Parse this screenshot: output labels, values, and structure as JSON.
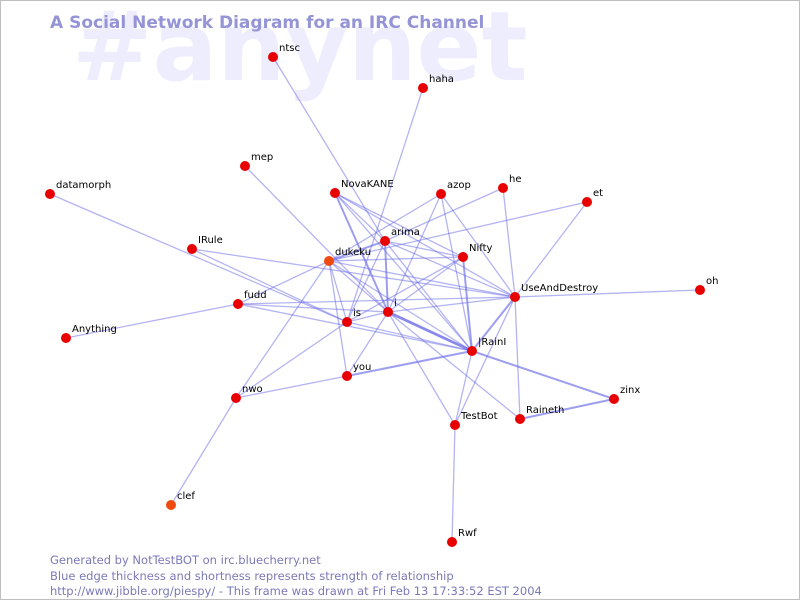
{
  "watermark": "#anynet",
  "title": "A Social Network Diagram for an IRC Channel",
  "footer": {
    "line1": "Generated by NotTestBOT on irc.bluecherry.net",
    "line2": "Blue edge thickness and shortness represents strength of relationship",
    "line3": "http://www.jibble.org/piespy/ - This frame was drawn at Fri Feb 13 17:33:52 EST 2004"
  },
  "colors": {
    "node": "#e80000",
    "node_alt": "#f04a10",
    "edge": "#6a6ae8",
    "title": "#9494d6",
    "watermark": "#ededfd",
    "footer": "#7a7ab8"
  },
  "nodes": [
    {
      "id": "ntsc",
      "label": "ntsc"
    },
    {
      "id": "haha",
      "label": "haha"
    },
    {
      "id": "mep",
      "label": "mep"
    },
    {
      "id": "datamorph",
      "label": "datamorph"
    },
    {
      "id": "NovaKANE",
      "label": "NovaKANE"
    },
    {
      "id": "azop",
      "label": "azop"
    },
    {
      "id": "he",
      "label": "he"
    },
    {
      "id": "et",
      "label": "et"
    },
    {
      "id": "IRule",
      "label": "IRule"
    },
    {
      "id": "dukeku",
      "label": "dukeku",
      "variant": "alt"
    },
    {
      "id": "arima",
      "label": "arima"
    },
    {
      "id": "Nifty",
      "label": "Nifty"
    },
    {
      "id": "UseAndDestroy",
      "label": "UseAndDestroy"
    },
    {
      "id": "oh",
      "label": "oh"
    },
    {
      "id": "fudd",
      "label": "fudd"
    },
    {
      "id": "i",
      "label": "i"
    },
    {
      "id": "is",
      "label": "is"
    },
    {
      "id": "Anything",
      "label": "Anything"
    },
    {
      "id": "IRainI",
      "label": "|RainI"
    },
    {
      "id": "you",
      "label": "you"
    },
    {
      "id": "nwo",
      "label": "nwo"
    },
    {
      "id": "zinx",
      "label": "zinx"
    },
    {
      "id": "Raineth",
      "label": "Raineth"
    },
    {
      "id": "TestBot",
      "label": "TestBot"
    },
    {
      "id": "clef",
      "label": "clef",
      "variant": "alt"
    },
    {
      "id": "Rwf",
      "label": "Rwf"
    }
  ],
  "edges": [
    {
      "a": "ntsc",
      "b": "arima",
      "w": 1
    },
    {
      "a": "haha",
      "b": "is",
      "w": 1
    },
    {
      "a": "mep",
      "b": "i",
      "w": 1
    },
    {
      "a": "datamorph",
      "b": "is",
      "w": 1
    },
    {
      "a": "NovaKANE",
      "b": "arima",
      "w": 1
    },
    {
      "a": "NovaKANE",
      "b": "i",
      "w": 2
    },
    {
      "a": "NovaKANE",
      "b": "UseAndDestroy",
      "w": 1
    },
    {
      "a": "NovaKANE",
      "b": "Nifty",
      "w": 1
    },
    {
      "a": "NovaKANE",
      "b": "IRainI",
      "w": 1
    },
    {
      "a": "azop",
      "b": "dukeku",
      "w": 1
    },
    {
      "a": "azop",
      "b": "UseAndDestroy",
      "w": 1
    },
    {
      "a": "azop",
      "b": "i",
      "w": 1
    },
    {
      "a": "azop",
      "b": "IRainI",
      "w": 1
    },
    {
      "a": "he",
      "b": "UseAndDestroy",
      "w": 1
    },
    {
      "a": "he",
      "b": "arima",
      "w": 1
    },
    {
      "a": "et",
      "b": "UseAndDestroy",
      "w": 1
    },
    {
      "a": "et",
      "b": "dukeku",
      "w": 1
    },
    {
      "a": "IRule",
      "b": "UseAndDestroy",
      "w": 1
    },
    {
      "a": "IRule",
      "b": "is",
      "w": 1
    },
    {
      "a": "dukeku",
      "b": "arima",
      "w": 2
    },
    {
      "a": "dukeku",
      "b": "Nifty",
      "w": 1
    },
    {
      "a": "dukeku",
      "b": "UseAndDestroy",
      "w": 1
    },
    {
      "a": "dukeku",
      "b": "is",
      "w": 1
    },
    {
      "a": "dukeku",
      "b": "i",
      "w": 1
    },
    {
      "a": "dukeku",
      "b": "IRainI",
      "w": 1
    },
    {
      "a": "dukeku",
      "b": "nwo",
      "w": 1
    },
    {
      "a": "dukeku",
      "b": "you",
      "w": 1
    },
    {
      "a": "dukeku",
      "b": "fudd",
      "w": 1
    },
    {
      "a": "arima",
      "b": "Nifty",
      "w": 1
    },
    {
      "a": "arima",
      "b": "UseAndDestroy",
      "w": 1
    },
    {
      "a": "arima",
      "b": "i",
      "w": 2
    },
    {
      "a": "arima",
      "b": "is",
      "w": 1
    },
    {
      "a": "arima",
      "b": "IRainI",
      "w": 1
    },
    {
      "a": "Nifty",
      "b": "i",
      "w": 1
    },
    {
      "a": "Nifty",
      "b": "IRainI",
      "w": 2
    },
    {
      "a": "Nifty",
      "b": "is",
      "w": 1
    },
    {
      "a": "UseAndDestroy",
      "b": "IRainI",
      "w": 2
    },
    {
      "a": "UseAndDestroy",
      "b": "i",
      "w": 1
    },
    {
      "a": "UseAndDestroy",
      "b": "TestBot",
      "w": 1
    },
    {
      "a": "UseAndDestroy",
      "b": "fudd",
      "w": 1
    },
    {
      "a": "UseAndDestroy",
      "b": "Raineth",
      "w": 1
    },
    {
      "a": "UseAndDestroy",
      "b": "oh",
      "w": 1
    },
    {
      "a": "fudd",
      "b": "i",
      "w": 1
    },
    {
      "a": "fudd",
      "b": "IRainI",
      "w": 1
    },
    {
      "a": "fudd",
      "b": "Anything",
      "w": 1
    },
    {
      "a": "i",
      "b": "IRainI",
      "w": 3
    },
    {
      "a": "i",
      "b": "is",
      "w": 1
    },
    {
      "a": "i",
      "b": "TestBot",
      "w": 1
    },
    {
      "a": "i",
      "b": "Raineth",
      "w": 1
    },
    {
      "a": "i",
      "b": "you",
      "w": 1
    },
    {
      "a": "is",
      "b": "nwo",
      "w": 1
    },
    {
      "a": "is",
      "b": "IRainI",
      "w": 1
    },
    {
      "a": "you",
      "b": "IRainI",
      "w": 2
    },
    {
      "a": "you",
      "b": "nwo",
      "w": 1
    },
    {
      "a": "IRainI",
      "b": "zinx",
      "w": 2
    },
    {
      "a": "IRainI",
      "b": "TestBot",
      "w": 1
    },
    {
      "a": "zinx",
      "b": "Raineth",
      "w": 2
    },
    {
      "a": "nwo",
      "b": "clef",
      "w": 1
    },
    {
      "a": "TestBot",
      "b": "Rwf",
      "w": 1
    }
  ]
}
